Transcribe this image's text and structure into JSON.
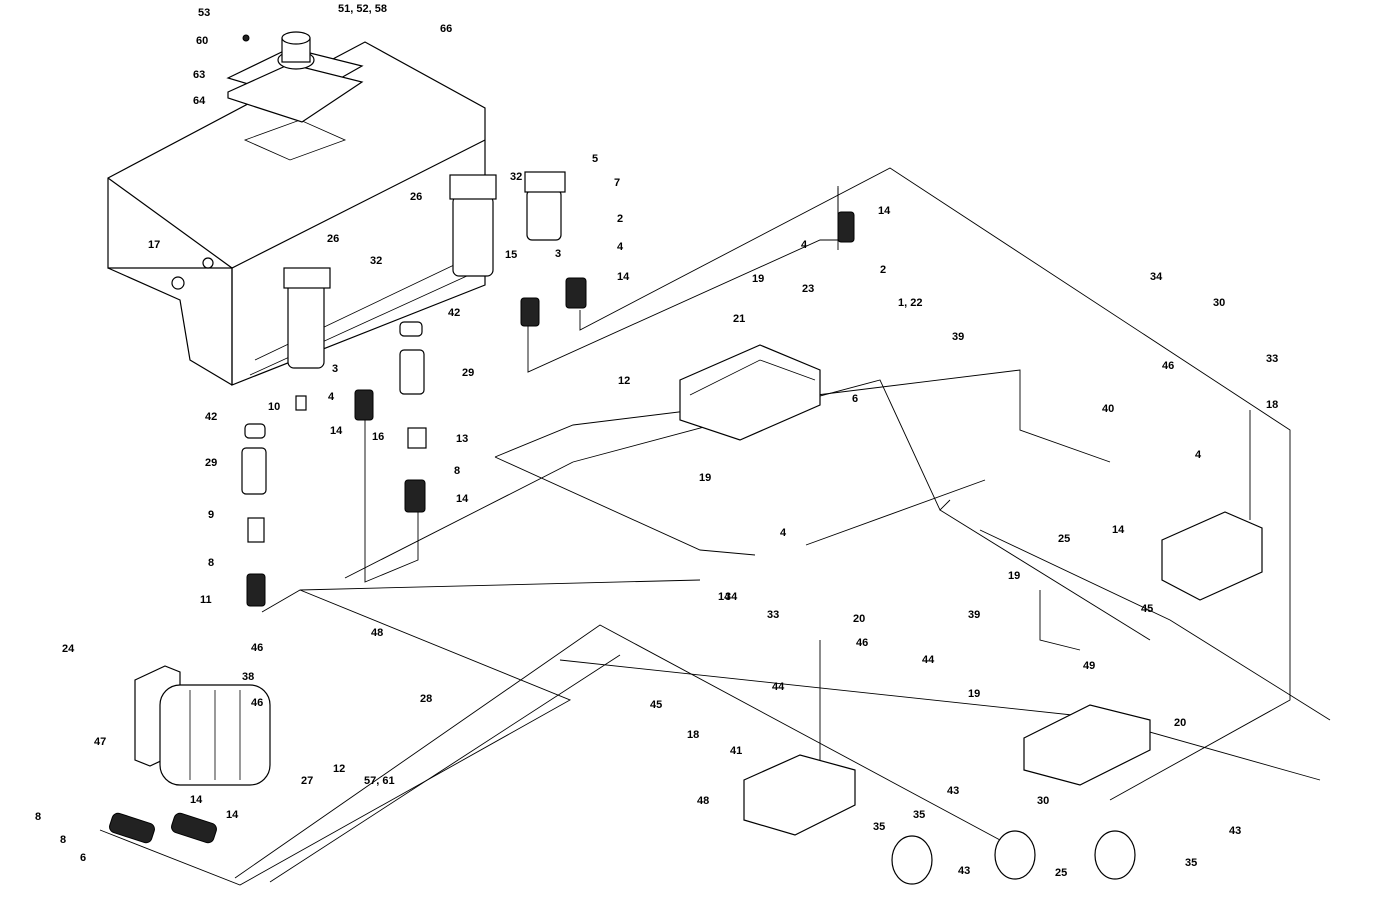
{
  "diagram": {
    "labels": [
      "53",
      "51, 52, 58",
      "66",
      "60",
      "63",
      "64",
      "5",
      "7",
      "26",
      "32",
      "2",
      "4",
      "14",
      "3",
      "15",
      "17",
      "26",
      "32",
      "42",
      "29",
      "3",
      "4",
      "14",
      "16",
      "13",
      "8",
      "14",
      "10",
      "42",
      "29",
      "9",
      "8",
      "11",
      "14",
      "4",
      "2",
      "19",
      "23",
      "1, 22",
      "21",
      "39",
      "6",
      "12",
      "19",
      "14",
      "4",
      "34",
      "30",
      "33",
      "46",
      "18",
      "40",
      "4",
      "14",
      "34",
      "20",
      "33",
      "46",
      "45",
      "44",
      "18",
      "41",
      "48",
      "46",
      "48",
      "46",
      "28",
      "27",
      "12",
      "57, 61",
      "24",
      "38",
      "47",
      "8",
      "14",
      "8",
      "14",
      "6",
      "25",
      "19",
      "45",
      "39",
      "44",
      "19",
      "49",
      "20",
      "43",
      "35",
      "30",
      "35",
      "43",
      "25",
      "43",
      "35"
    ]
  }
}
